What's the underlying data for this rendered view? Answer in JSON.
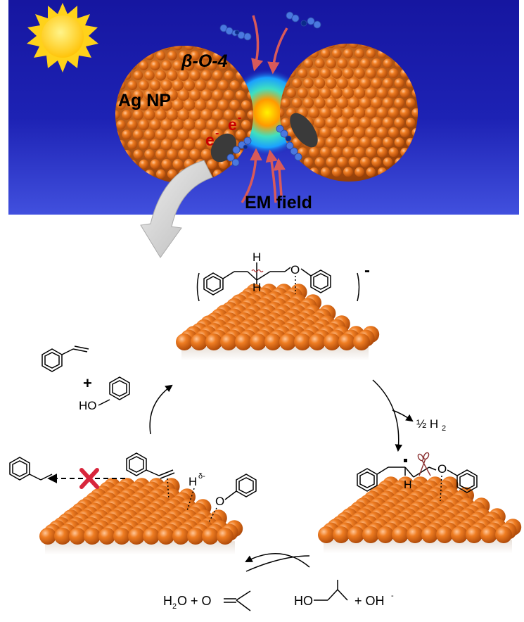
{
  "banner": {
    "colors": {
      "sky_top": "#1a1aa8",
      "sky_bottom": "#3a46d8",
      "particle": "#e56f17",
      "particle_shadow": "#9c3e05",
      "sun": "#ffd21a",
      "molecule": "#4a78e0",
      "field_arrow": "#d85a5a",
      "electron": "#c80000"
    },
    "labels": {
      "beta_o4": "β-O-4",
      "ag_np": "Ag NP",
      "electron_1": "e",
      "electron_2": "e",
      "electron_charge": "-",
      "em_field": "EM field"
    }
  },
  "scheme": {
    "top": {
      "h_upper": "H",
      "h_lower": "H",
      "o": "O",
      "charge": "-"
    },
    "upper_left": {
      "plus": "+",
      "ho": "HO"
    },
    "right_arrow": {
      "release": "½ H",
      "sub": "2"
    },
    "right": {
      "h": "H",
      "o": "O"
    },
    "left": {
      "h": "H",
      "sup": "δ-"
    },
    "bottom": {
      "h2o": "H",
      "h2o_sub": "2",
      "h2o_rest": "O + O",
      "ho": "HO",
      "oh": "+ OH",
      "oh_sup": "-"
    },
    "colors": {
      "blocked_cross": "#d8263c",
      "curved_arrow": "#c9c9c9"
    }
  }
}
